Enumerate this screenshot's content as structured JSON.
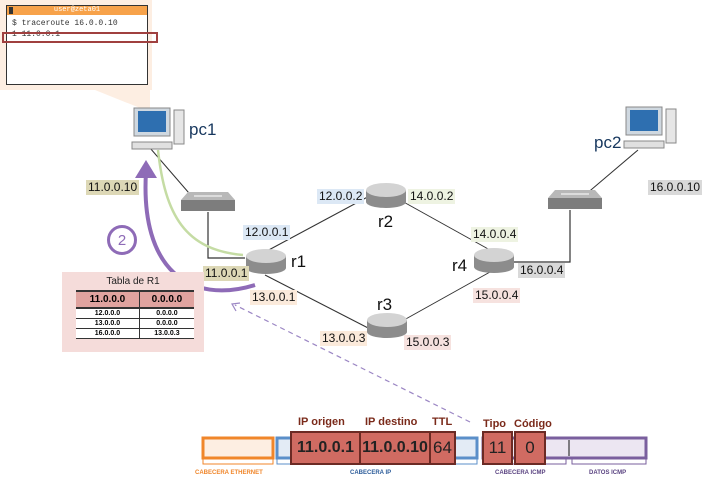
{
  "terminal": {
    "title": "user@zeta01",
    "lines": [
      "$ traceroute 16.0.0.10",
      "1  11.0.0.1"
    ],
    "highlighted_line_index": 1
  },
  "nodes": {
    "pc1": {
      "label": "pc1",
      "ip": "11.0.0.10"
    },
    "pc2": {
      "label": "pc2",
      "ip": "16.0.0.10"
    },
    "r1": {
      "label": "r1",
      "ips": [
        "12.0.0.1",
        "11.0.0.1",
        "13.0.0.1"
      ]
    },
    "r2": {
      "label": "r2",
      "ips": [
        "12.0.0.2",
        "14.0.0.2"
      ]
    },
    "r3": {
      "label": "r3",
      "ips": [
        "13.0.0.3",
        "15.0.0.3"
      ]
    },
    "r4": {
      "label": "r4",
      "ips": [
        "14.0.0.4",
        "15.0.0.4",
        "16.0.0.4"
      ]
    }
  },
  "step_number": "2",
  "routing_table": {
    "title": "Tabla de R1",
    "rows": [
      {
        "dest": "11.0.0.0",
        "gw": "0.0.0.0",
        "highlighted": true
      },
      {
        "dest": "12.0.0.0",
        "gw": "0.0.0.0"
      },
      {
        "dest": "13.0.0.0",
        "gw": "0.0.0.0"
      },
      {
        "dest": "16.0.0.0",
        "gw": "13.0.0.3"
      }
    ]
  },
  "packet": {
    "fields": {
      "ip_origen": {
        "header": "IP origen",
        "value": "11.0.0.1"
      },
      "ip_destino": {
        "header": "IP destino",
        "value": "11.0.0.10"
      },
      "ttl": {
        "header": "TTL",
        "value": "64"
      },
      "tipo": {
        "header": "Tipo",
        "value": "11"
      },
      "codigo": {
        "header": "Código",
        "value": "0"
      }
    },
    "sections": {
      "ethernet": "CABECERA ETHERNET",
      "ip": "CABECERA IP",
      "icmp": "CABECERA ICMP",
      "datos": "DATOS ICMP"
    }
  },
  "colors": {
    "ethernet": "#f0862a",
    "ip": "#5b8fc9",
    "icmp": "#7a5f9e",
    "field_fill": "#d06b62",
    "arrow": "#8e6bb7"
  }
}
